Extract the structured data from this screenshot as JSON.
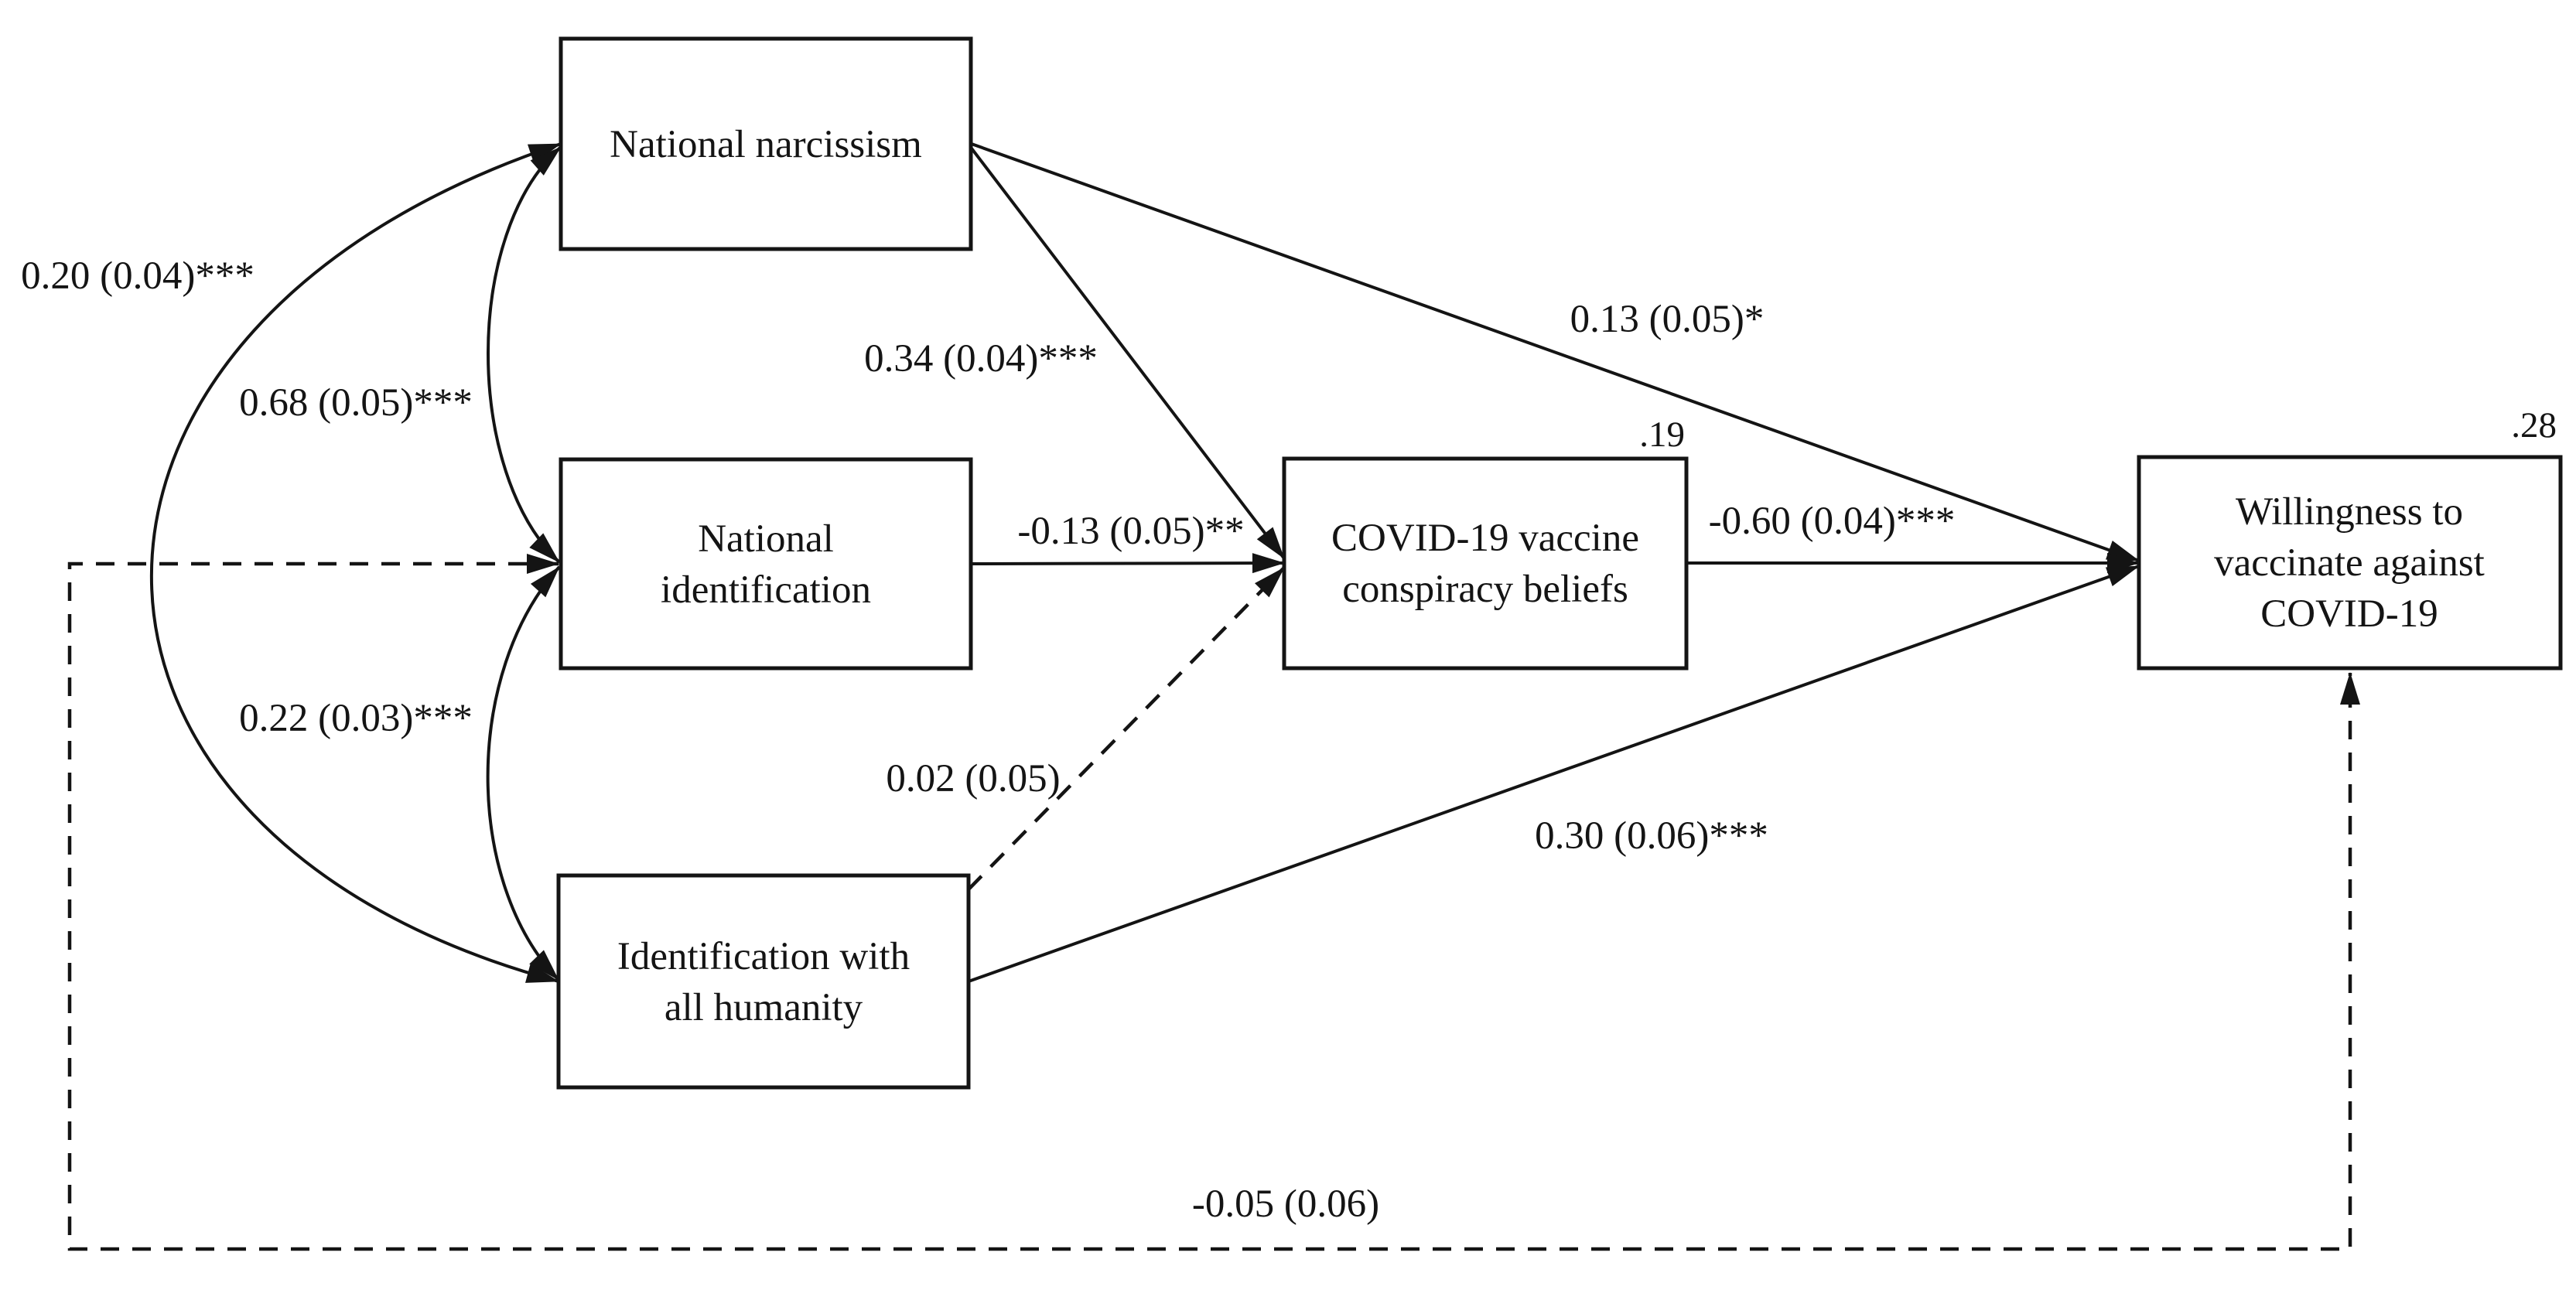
{
  "figure": {
    "background_color": "#ffffff",
    "ink_color": "#141414"
  },
  "nodes": [
    {
      "id": "national-narcissism",
      "lines": [
        "National narcissism"
      ]
    },
    {
      "id": "national-identification",
      "lines": [
        "National",
        "identification"
      ]
    },
    {
      "id": "identification-with-all-humanity",
      "lines": [
        "Identification with",
        "all humanity"
      ]
    },
    {
      "id": "covid19-vaccine-conspiracy-beliefs",
      "lines": [
        "COVID-19 vaccine",
        "conspiracy beliefs"
      ],
      "r_squared": ".19"
    },
    {
      "id": "willingness-to-vaccinate-against-covid19",
      "lines": [
        "Willingness to",
        "vaccinate against",
        "COVID-19"
      ],
      "r_squared": ".28"
    }
  ],
  "edges": {
    "cov_narcissism_humanity": {
      "label": "0.20 (0.04)***",
      "style": "solid-curved-double-arrow"
    },
    "cov_narcissism_identification": {
      "label": "0.68 (0.05)***",
      "style": "solid-curved-double-arrow"
    },
    "cov_identification_humanity": {
      "label": "0.22 (0.03)***",
      "style": "solid-curved-double-arrow"
    },
    "narcissism_to_conspiracy": {
      "label": "0.34 (0.04)***",
      "style": "solid-arrow"
    },
    "identification_to_conspiracy": {
      "label": "-0.13 (0.05)**",
      "style": "solid-arrow"
    },
    "humanity_to_conspiracy": {
      "label": "0.02 (0.05)",
      "style": "dashed-arrow"
    },
    "narcissism_to_willingness": {
      "label": "0.13 (0.05)*",
      "style": "solid-arrow"
    },
    "conspiracy_to_willingness": {
      "label": "-0.60 (0.04)***",
      "style": "solid-arrow"
    },
    "humanity_to_willingness": {
      "label": "0.30 (0.06)***",
      "style": "solid-arrow"
    },
    "identification_to_willingness": {
      "label": "-0.05 (0.06)",
      "style": "dashed-arrow"
    }
  }
}
